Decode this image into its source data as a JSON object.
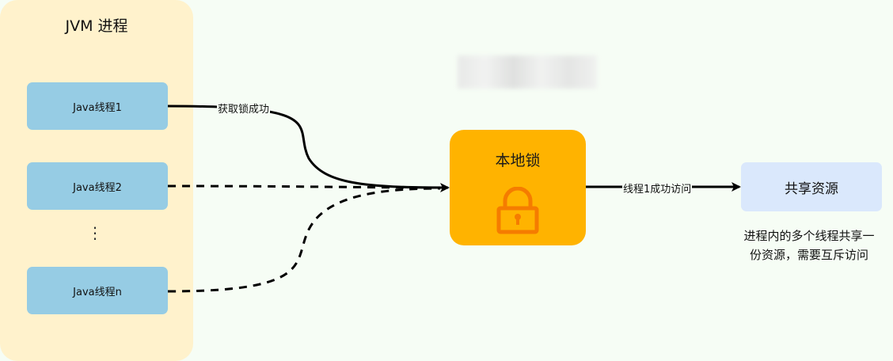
{
  "jvm_group": {
    "title": "JVM 进程"
  },
  "threads": [
    {
      "label": "Java线程1"
    },
    {
      "label": "Java线程2"
    },
    {
      "label": "Java线程n"
    }
  ],
  "ellipsis": "⋮",
  "local_lock": {
    "title": "本地锁",
    "icon": "lock-icon"
  },
  "resource": {
    "label": "共享资源"
  },
  "note": {
    "line1": "进程内的多个线程共享一",
    "line2": "份资源，需要互斥访问"
  },
  "edges": {
    "acquire_label": "获取锁成功",
    "access_label": "线程1成功访问"
  },
  "colors": {
    "jvm_bg": "#fff2cc",
    "thread_bg": "#96cce4",
    "lock_bg": "#ffb300",
    "lock_icon": "#f57c00",
    "resource_bg": "#dae8fc",
    "page_bg": "#f6fdf5"
  }
}
